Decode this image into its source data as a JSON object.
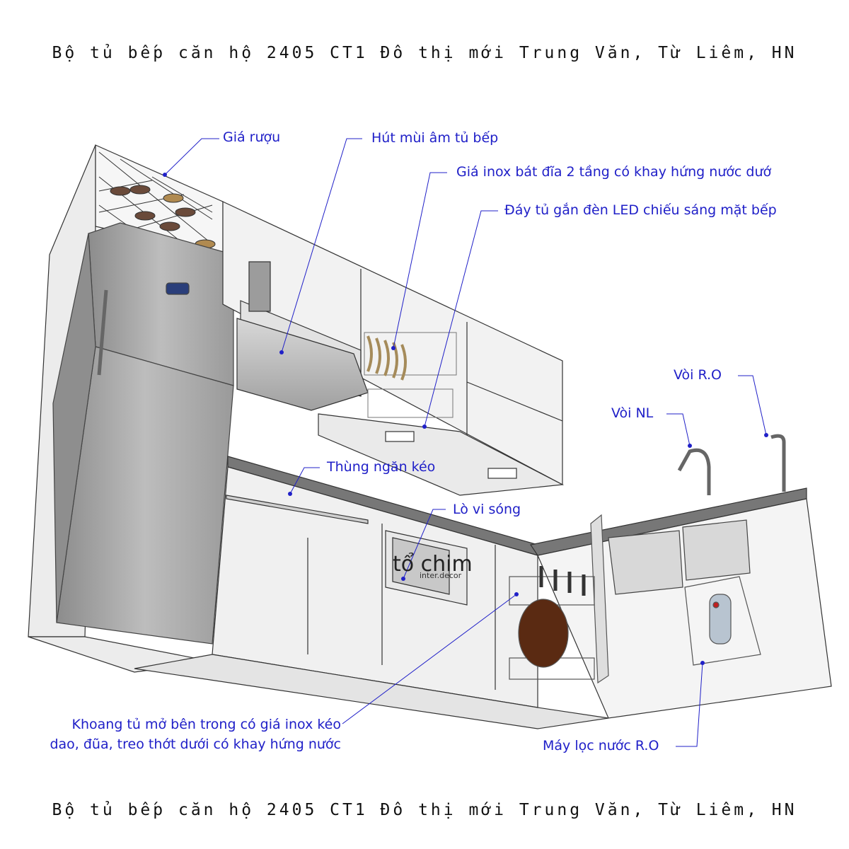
{
  "title_top": "Bộ tủ bếp căn hộ 2405 CT1 Đô thị mới Trung Văn, Từ Liêm, HN",
  "title_bottom": "Bộ tủ bếp căn hộ 2405 CT1 Đô thị mới Trung Văn, Từ Liêm, HN",
  "labels": {
    "wine_rack": "Giá rượu",
    "range_hood": "Hút mùi âm tủ bếp",
    "dish_rack": "Giá inox bát đĩa 2 tầng có khay hứng nước dướ",
    "led_cabinet": "Đáy tủ gắn đèn LED chiếu sáng mặt bếp",
    "ro_faucet": "Vòi R.O",
    "main_faucet": "Vòi NL",
    "drawer_box": "Thùng ngăn kéo",
    "microwave": "Lò vi sóng",
    "knife_rack_line1": "Khoang tủ mở bên trong có giá inox kéo",
    "knife_rack_line2": "dao, đũa, treo thớt dưới có khay hứng nước",
    "ro_filter": "Máy lọc nước R.O"
  },
  "watermark": {
    "brand": "tổ chim",
    "sub": "inter.decor"
  },
  "colors": {
    "label": "#2020c8",
    "leader": "#2020c8",
    "cabinet_line": "#333333",
    "fridge": "#9a9a9a"
  }
}
